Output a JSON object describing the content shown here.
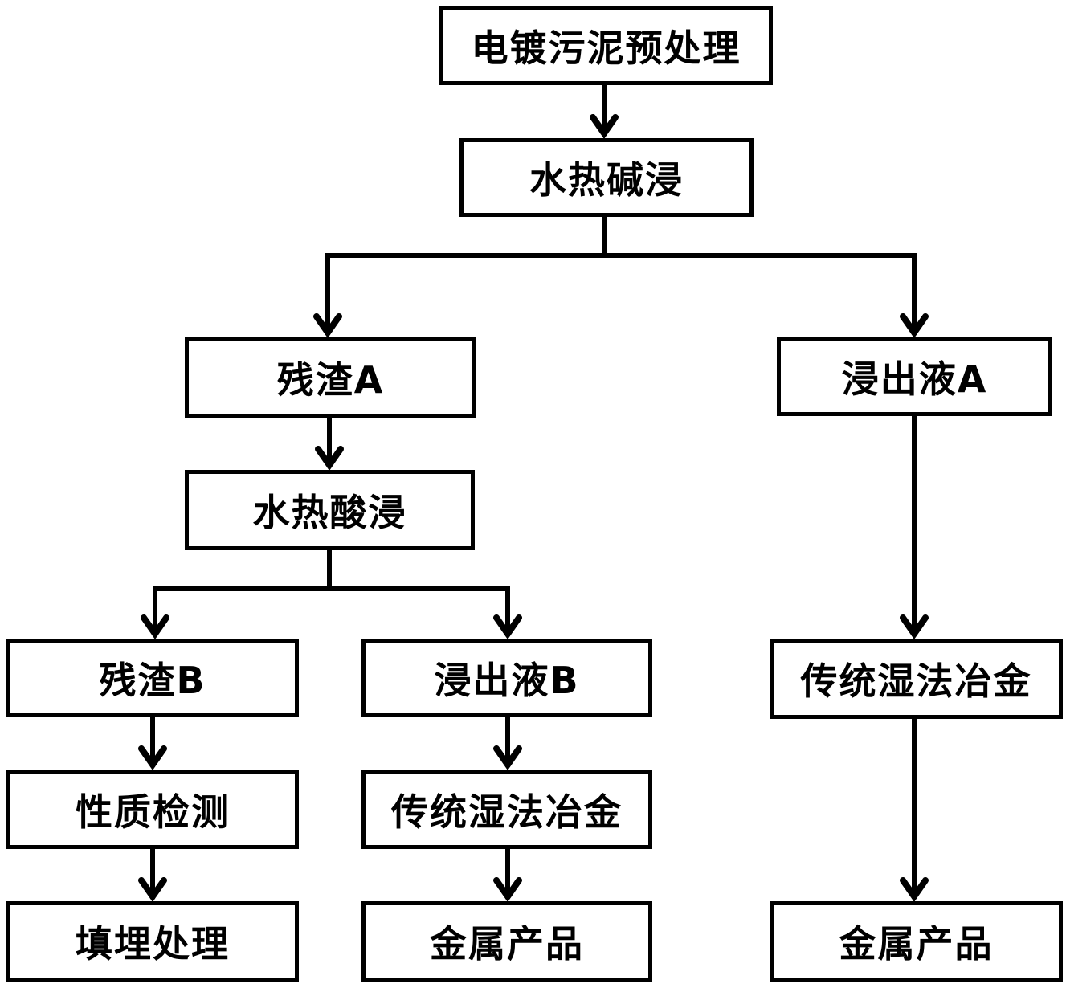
{
  "flowchart": {
    "pretreatment": "电镀污泥预处理",
    "alkali_leaching": "水热碱浸",
    "residue_a": "残渣A",
    "leachate_a": "浸出液A",
    "acid_leaching": "水热酸浸",
    "residue_b": "残渣B",
    "leachate_b": "浸出液B",
    "hydrometallurgy_right": "传统湿法冶金",
    "property_testing": "性质检测",
    "hydrometallurgy_middle": "传统湿法冶金",
    "landfill": "填埋处理",
    "metal_product_middle": "金属产品",
    "metal_product_right": "金属产品"
  },
  "colors": {
    "stroke": "#000000",
    "background": "#ffffff"
  }
}
